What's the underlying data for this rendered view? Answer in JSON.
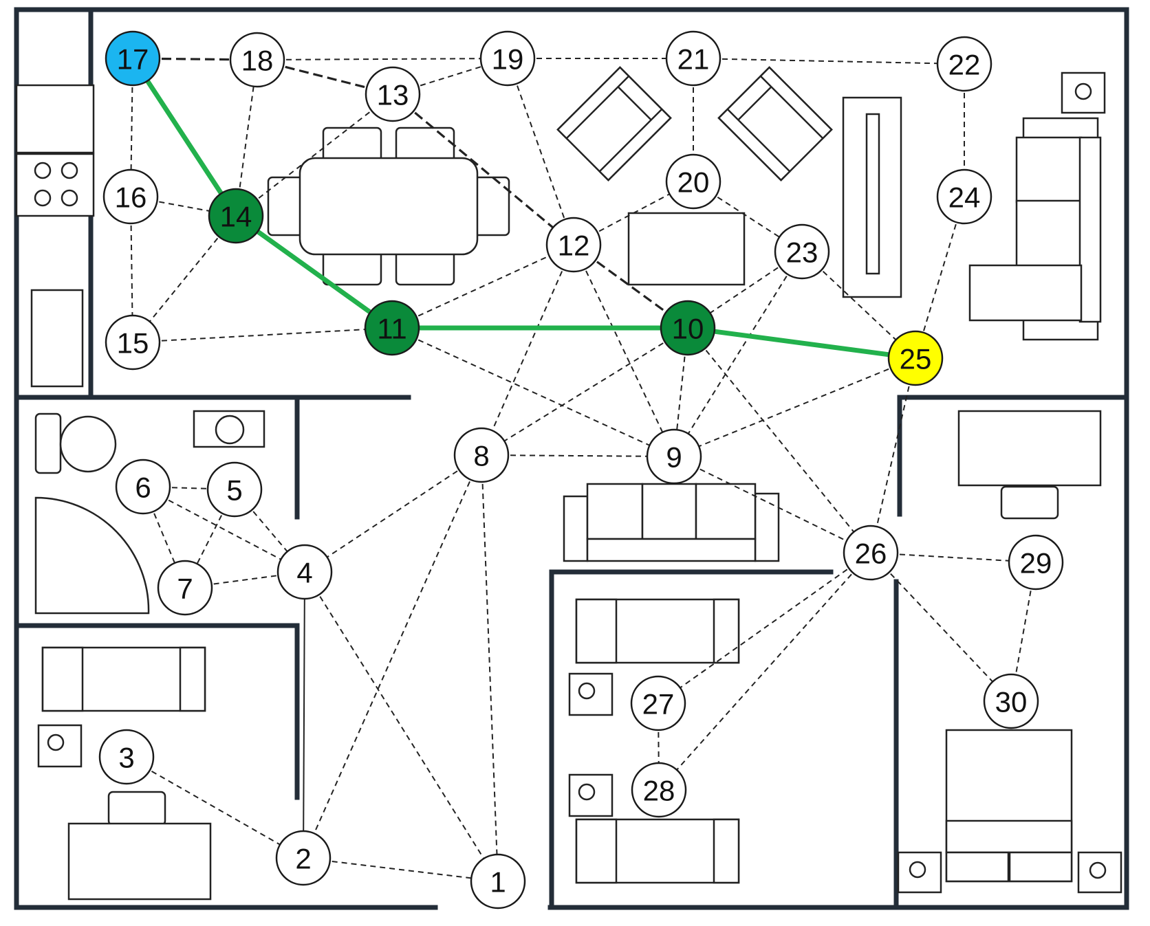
{
  "colors": {
    "default": "#ffffff",
    "start": "#1bb5f0",
    "goal": "#ffff00",
    "path": "#0a8a3a",
    "path_edge": "#22b14c"
  },
  "nodes": [
    {
      "id": "1",
      "role": "default"
    },
    {
      "id": "2",
      "role": "default"
    },
    {
      "id": "3",
      "role": "default"
    },
    {
      "id": "4",
      "role": "default"
    },
    {
      "id": "5",
      "role": "default"
    },
    {
      "id": "6",
      "role": "default"
    },
    {
      "id": "7",
      "role": "default"
    },
    {
      "id": "8",
      "role": "default"
    },
    {
      "id": "9",
      "role": "default"
    },
    {
      "id": "10",
      "role": "path"
    },
    {
      "id": "11",
      "role": "path"
    },
    {
      "id": "12",
      "role": "default"
    },
    {
      "id": "13",
      "role": "default"
    },
    {
      "id": "14",
      "role": "path"
    },
    {
      "id": "15",
      "role": "default"
    },
    {
      "id": "16",
      "role": "default"
    },
    {
      "id": "17",
      "role": "start"
    },
    {
      "id": "18",
      "role": "default"
    },
    {
      "id": "19",
      "role": "default"
    },
    {
      "id": "20",
      "role": "default"
    },
    {
      "id": "21",
      "role": "default"
    },
    {
      "id": "22",
      "role": "default"
    },
    {
      "id": "23",
      "role": "default"
    },
    {
      "id": "24",
      "role": "default"
    },
    {
      "id": "25",
      "role": "goal"
    },
    {
      "id": "26",
      "role": "default"
    },
    {
      "id": "27",
      "role": "default"
    },
    {
      "id": "28",
      "role": "default"
    },
    {
      "id": "29",
      "role": "default"
    },
    {
      "id": "30",
      "role": "default"
    }
  ],
  "edges": [
    [
      "17",
      "18",
      "bold"
    ],
    [
      "18",
      "19",
      "dashed"
    ],
    [
      "19",
      "21",
      "dashed"
    ],
    [
      "21",
      "22",
      "dashed"
    ],
    [
      "17",
      "16",
      "dashed"
    ],
    [
      "16",
      "15",
      "dashed"
    ],
    [
      "16",
      "14",
      "dashed"
    ],
    [
      "14",
      "15",
      "dashed"
    ],
    [
      "14",
      "18",
      "dashed"
    ],
    [
      "14",
      "13",
      "dashed"
    ],
    [
      "18",
      "13",
      "bold"
    ],
    [
      "13",
      "19",
      "dashed"
    ],
    [
      "13",
      "12",
      "bold"
    ],
    [
      "19",
      "12",
      "dashed"
    ],
    [
      "15",
      "11",
      "dashed"
    ],
    [
      "11",
      "12",
      "dashed"
    ],
    [
      "12",
      "20",
      "dashed"
    ],
    [
      "12",
      "10",
      "bold"
    ],
    [
      "12",
      "8",
      "dashed"
    ],
    [
      "12",
      "9",
      "dashed"
    ],
    [
      "21",
      "20",
      "dashed"
    ],
    [
      "20",
      "23",
      "dashed"
    ],
    [
      "23",
      "10",
      "dashed"
    ],
    [
      "23",
      "9",
      "dashed"
    ],
    [
      "23",
      "25",
      "dashed"
    ],
    [
      "22",
      "24",
      "dashed"
    ],
    [
      "24",
      "25",
      "dashed"
    ],
    [
      "11",
      "9",
      "dashed"
    ],
    [
      "10",
      "8",
      "dashed"
    ],
    [
      "10",
      "9",
      "dashed"
    ],
    [
      "10",
      "26",
      "dashed"
    ],
    [
      "25",
      "9",
      "dashed"
    ],
    [
      "25",
      "26",
      "dashed"
    ],
    [
      "8",
      "9",
      "dashed"
    ],
    [
      "9",
      "26",
      "dashed"
    ],
    [
      "8",
      "4",
      "dashed"
    ],
    [
      "8",
      "2",
      "dashed"
    ],
    [
      "8",
      "1",
      "dashed"
    ],
    [
      "6",
      "5",
      "dashed"
    ],
    [
      "6",
      "7",
      "dashed"
    ],
    [
      "6",
      "4",
      "dashed"
    ],
    [
      "5",
      "7",
      "dashed"
    ],
    [
      "5",
      "4",
      "dashed"
    ],
    [
      "7",
      "4",
      "dashed"
    ],
    [
      "4",
      "2",
      "solid"
    ],
    [
      "4",
      "1",
      "dashed"
    ],
    [
      "3",
      "2",
      "dashed"
    ],
    [
      "2",
      "1",
      "dashed"
    ],
    [
      "26",
      "29",
      "dashed"
    ],
    [
      "26",
      "27",
      "dashed"
    ],
    [
      "26",
      "28",
      "dashed"
    ],
    [
      "26",
      "30",
      "dashed"
    ],
    [
      "29",
      "30",
      "dashed"
    ],
    [
      "27",
      "28",
      "dashed"
    ]
  ],
  "path": [
    "17",
    "14",
    "11",
    "10",
    "25"
  ]
}
